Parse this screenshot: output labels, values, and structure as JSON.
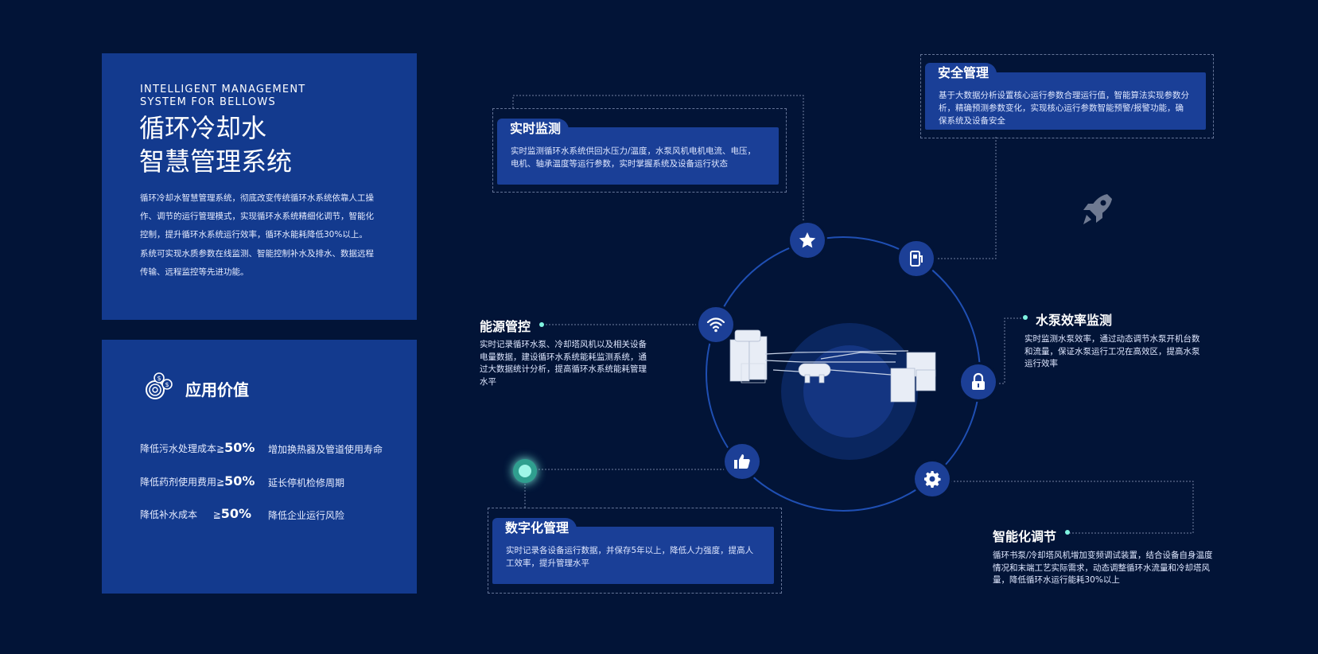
{
  "intro": {
    "en_line1": "INTELLIGENT MANAGEMENT",
    "en_line2": "SYSTEM FOR BELLOWS",
    "cn_line1": "循环冷却水",
    "cn_line2": "智慧管理系统",
    "desc_lines": [
      "循环冷却水智慧管理系统，彻底改变传统循环水系统依靠人工操",
      "作、调节的运行管理模式，实现循环水系统精细化调节，智能化",
      "控制，提升循环水系统运行效率，循环水能耗降低30%以上。",
      "系统可实现水质参数在线监测、智能控制补水及排水、数据远程",
      "传输、远程监控等先进功能。"
    ]
  },
  "value": {
    "title": "应用价值",
    "icon": "coins-icon",
    "rows": [
      {
        "label": "降低污水处理成本≧",
        "num": "50%",
        "right": "增加换热器及管道使用寿命"
      },
      {
        "label": "降低药剂使用费用≧",
        "num": "50%",
        "right": "延长停机检修周期"
      },
      {
        "label": "降低补水成本　  ≧",
        "num": "50%",
        "right": "降低企业运行风险"
      }
    ]
  },
  "features": {
    "realtime": {
      "title": "实时监测",
      "lines": [
        "实时监测循环水系统供回水压力/温度，水泵风机电机电流、电压，",
        "电机、轴承温度等运行参数，实时掌握系统及设备运行状态"
      ]
    },
    "safety": {
      "title": "安全管理",
      "lines": [
        "基于大数据分析设置核心运行参数合理运行值，智能算法实现参数分",
        "析，精确预测参数变化，实现核心运行参数智能预警/报警功能，确",
        "保系统及设备安全"
      ]
    },
    "energy": {
      "title": "能源管控",
      "lines": [
        "实时记录循环水泵、冷却塔风机以及相关设备",
        "电量数据，建设循环水系统能耗监测系统，通",
        "过大数据统计分析，提高循环水系统能耗管理",
        "水平"
      ]
    },
    "pump": {
      "title": "水泵效率监测",
      "lines": [
        "实时监测水泵效率，通过动态调节水泵开机台数",
        "和流量，保证水泵运行工况在高效区，提高水泵",
        "运行效率"
      ]
    },
    "digital": {
      "title": "数字化管理",
      "lines": [
        "实时记录各设备运行数据，并保存5年以上，降低人力强度，提高人",
        "工效率，提升管理水平"
      ]
    },
    "smart": {
      "title": "智能化调节",
      "lines": [
        "循环书泵/冷却塔风机增加变频调试装置，结合设备自身温度",
        "情况和末端工艺实际需求，动态调整循环水流量和冷却塔风",
        "量，降低循环水运行能耗30%以上"
      ]
    }
  },
  "icons": [
    "star-icon",
    "meter-icon",
    "wifi-icon",
    "lock-icon",
    "thumbs-up-icon",
    "gear-icon",
    "rocket-icon"
  ],
  "colors": {
    "background": "#021437",
    "panel": "#133a8e",
    "accent": "#7ff3e0",
    "ring": "#1f4fb3"
  }
}
